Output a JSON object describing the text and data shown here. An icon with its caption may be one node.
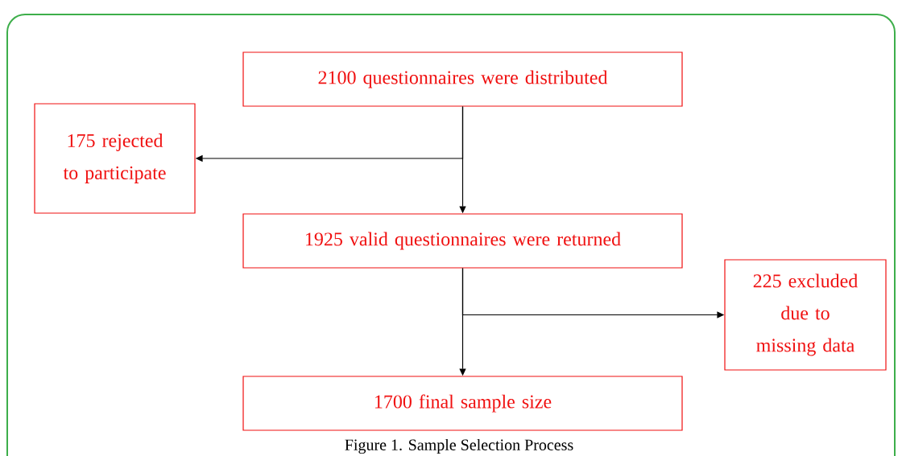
{
  "diagram": {
    "caption": "Figure 1. Sample Selection Process",
    "nodes": [
      {
        "text": [
          "2100 questionnaires were distributed"
        ]
      },
      {
        "text": [
          "175 rejected to participate"
        ]
      },
      {
        "text": [
          "1925 valid questionnaires were returned"
        ]
      },
      {
        "text": [
          "225 excluded due to missing data"
        ]
      },
      {
        "text": [
          "1700 final sample size"
        ]
      }
    ],
    "edges": [
      {
        "from": 0,
        "to": 2,
        "arrow": "to"
      },
      {
        "from": 0,
        "to": 1,
        "arrow": "to"
      },
      {
        "from": 2,
        "to": 4,
        "arrow": "to"
      },
      {
        "from": 2,
        "to": 3,
        "arrow": "to"
      }
    ]
  }
}
